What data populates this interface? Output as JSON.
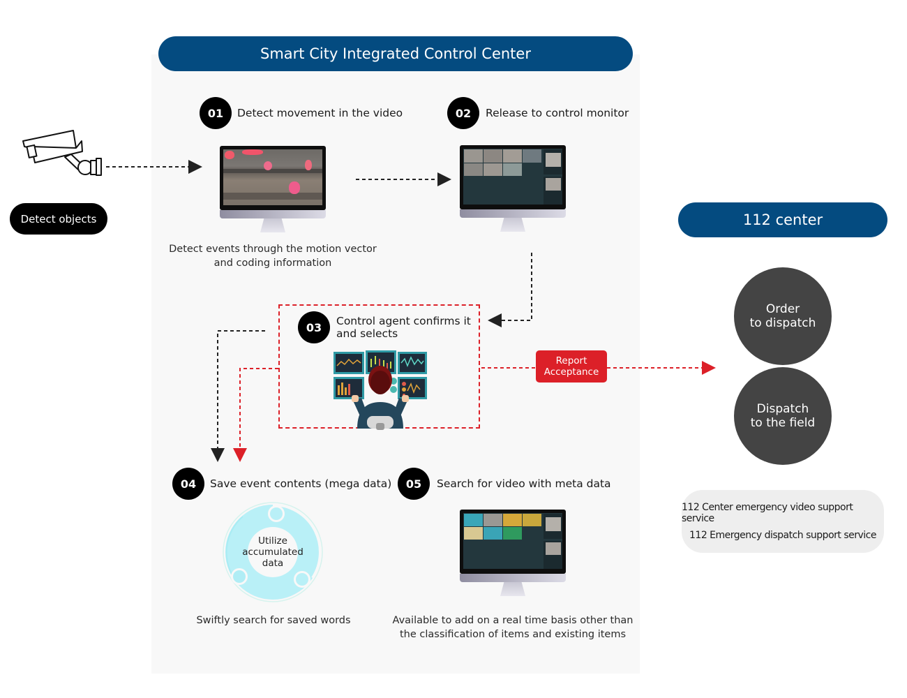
{
  "header": {
    "title": "Smart City Integrated Control Center"
  },
  "camera": {
    "icon": "cctv-camera-icon",
    "button_label": "Detect objects"
  },
  "steps": [
    {
      "number": "01",
      "label": "Detect movement in the video",
      "caption_line1": "Detect events through the motion vector",
      "caption_line2": "and coding information",
      "image": "motion-detection-monitor"
    },
    {
      "number": "02",
      "label": "Release to control monitor",
      "image": "control-monitor-grid"
    },
    {
      "number": "03",
      "label_line1": "Control agent confirms it",
      "label_line2": "and selects",
      "image": "control-agent-illustration"
    },
    {
      "number": "04",
      "label": "Save event contents (mega data)",
      "cycle_line1": "Utilize",
      "cycle_line2": "accumulated",
      "cycle_line3": "data",
      "caption": "Swiftly search for saved words"
    },
    {
      "number": "05",
      "label": "Search for video with meta data",
      "caption_line1": "Available to add on a real time basis other than",
      "caption_line2": "the classification of items and existing items",
      "image": "metadata-search-monitor"
    }
  ],
  "report": {
    "line1": "Report",
    "line2": "Acceptance"
  },
  "center": {
    "title": "112 center",
    "circles": [
      {
        "line1": "Order",
        "line2": "to dispatch"
      },
      {
        "line1": "Dispatch",
        "line2": "to the field"
      }
    ],
    "services": [
      "112 Center emergency video support service",
      "112 Emergency dispatch support service"
    ]
  },
  "colors": {
    "brand_blue": "#044b80",
    "accent_red": "#dc2028",
    "dark_circle": "#444444",
    "panel_bg": "#f8f8f8"
  }
}
